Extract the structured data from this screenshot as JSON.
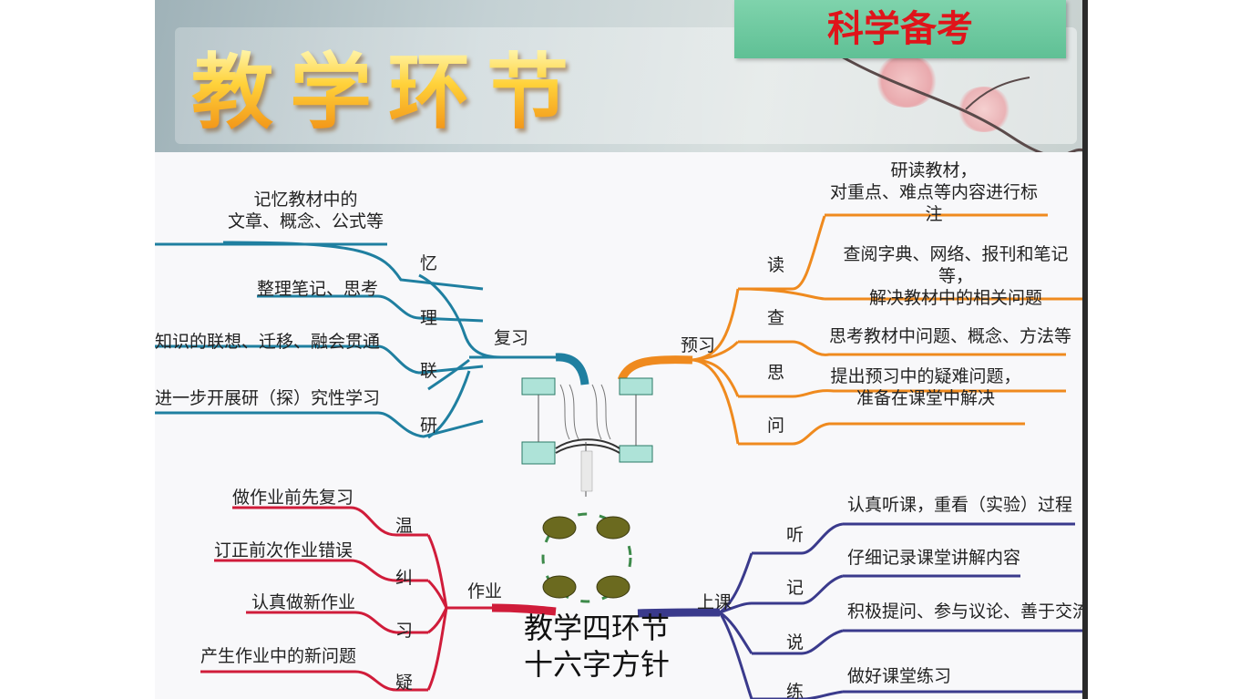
{
  "slide": {
    "title": "教学环节",
    "tag": "科学备考"
  },
  "center": {
    "title_line1": "教学四环节",
    "title_line2": "十六字方针"
  },
  "branches": {
    "review": {
      "label": "复习",
      "color": "#1f7fa0",
      "items": [
        {
          "key": "忆",
          "desc": [
            "记忆教材中的",
            "文章、概念、公式等"
          ]
        },
        {
          "key": "理",
          "desc": [
            "整理笔记、思考"
          ]
        },
        {
          "key": "联",
          "desc": [
            "知识的联想、迁移、融会贯通"
          ]
        },
        {
          "key": "研",
          "desc": [
            "进一步开展研（探）究性学习"
          ]
        }
      ]
    },
    "preview": {
      "label": "预习",
      "color": "#ef8a1e",
      "items": [
        {
          "key": "读",
          "desc": [
            "研读教材，",
            "对重点、难点等内容进行标注"
          ]
        },
        {
          "key": "查",
          "desc": [
            "查阅字典、网络、报刊和笔记等，",
            "解决教材中的相关问题"
          ]
        },
        {
          "key": "思",
          "desc": [
            "思考教材中问题、概念、方法等"
          ]
        },
        {
          "key": "问",
          "desc": [
            "提出预习中的疑难问题，",
            "准备在课堂中解决"
          ]
        }
      ]
    },
    "homework": {
      "label": "作业",
      "color": "#d01c3a",
      "items": [
        {
          "key": "温",
          "desc": [
            "做作业前先复习"
          ]
        },
        {
          "key": "纠",
          "desc": [
            "订正前次作业错误"
          ]
        },
        {
          "key": "习",
          "desc": [
            "认真做新作业"
          ]
        },
        {
          "key": "疑",
          "desc": [
            "产生作业中的新问题"
          ]
        }
      ]
    },
    "lesson": {
      "label": "上课",
      "color": "#3a3a8c",
      "items": [
        {
          "key": "听",
          "desc": [
            "认真听课，重看（实验）过程"
          ]
        },
        {
          "key": "记",
          "desc": [
            "仔细记录课堂讲解内容"
          ]
        },
        {
          "key": "说",
          "desc": [
            "积极提问、参与议论、善于交流"
          ]
        },
        {
          "key": "练",
          "desc": [
            "做好课堂练习"
          ]
        }
      ]
    }
  }
}
